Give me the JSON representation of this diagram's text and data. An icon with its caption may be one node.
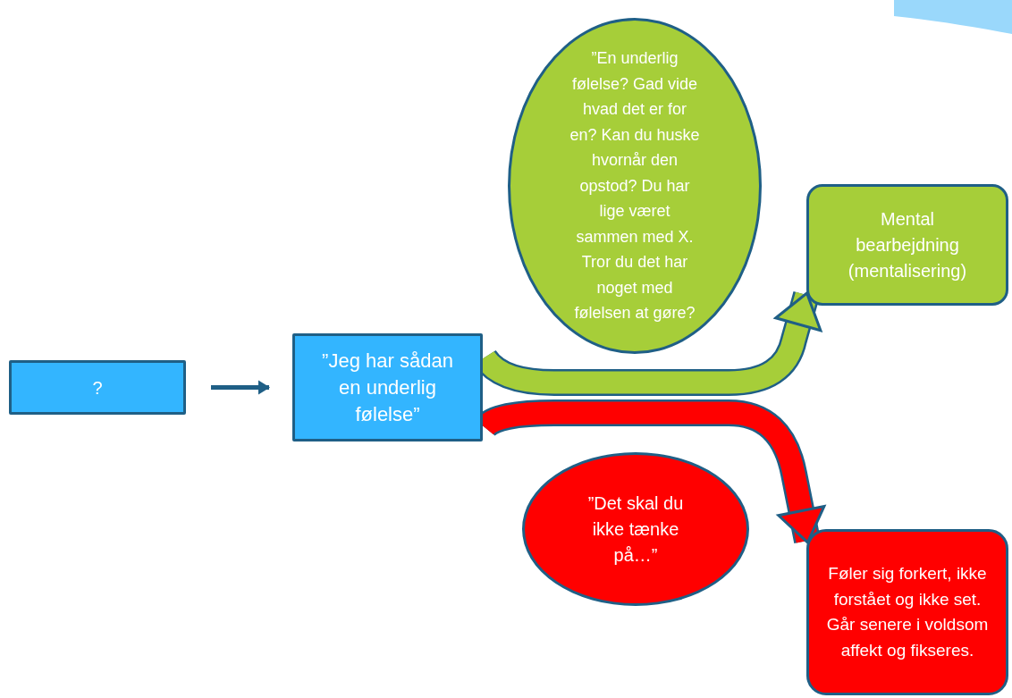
{
  "diagram": {
    "nodes": [
      {
        "text": [
          "?"
        ]
      },
      {
        "text": [
          "”Jeg har sådan en underlig følelse”"
        ]
      },
      {
        "text": [
          "”En underlig følelse? Gad vide hvad det er for en?  Kan du huske hvornår den opstod? Du har lige været sammen med X. Tror du det har noget med følelsen at gøre?"
        ]
      },
      {
        "text": [
          "Mental bearbejdning (mentalisering)"
        ]
      },
      {
        "text": [
          "”Det skal du ikke tænke på…”"
        ]
      },
      {
        "text": [
          "Føler sig forkert, ikke forstået og ikke set. Går senere i voldsom affekt og fikseres."
        ]
      }
    ],
    "edges": [
      {
        "from": 0,
        "to": 1,
        "arrow": "to",
        "color": "#1f5f86"
      },
      {
        "from": 1,
        "to": 3,
        "arrow": "to",
        "color": "#a6ce39"
      },
      {
        "from": 1,
        "to": 5,
        "arrow": "to",
        "color": "#ff0000"
      }
    ]
  }
}
